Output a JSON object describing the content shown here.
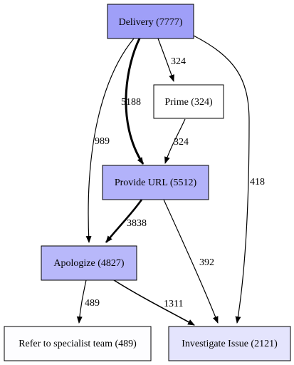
{
  "nodes": {
    "delivery": {
      "label": "Delivery (7777)",
      "fill": "#9f9ff8"
    },
    "prime": {
      "label": "Prime (324)",
      "fill": "#ffffff"
    },
    "provide_url": {
      "label": "Provide URL (5512)",
      "fill": "#b2b2fa"
    },
    "apologize": {
      "label": "Apologize (4827)",
      "fill": "#b8b8fa"
    },
    "refer": {
      "label": "Refer to specialist team (489)",
      "fill": "#fdfdff"
    },
    "investigate": {
      "label": "Investigate Issue (2121)",
      "fill": "#e4e4fd"
    }
  },
  "edges": {
    "delivery_prime": {
      "label": "324"
    },
    "delivery_provide_url": {
      "label": "5188"
    },
    "delivery_apologize": {
      "label": "989"
    },
    "delivery_investigate": {
      "label": "418"
    },
    "prime_provide_url": {
      "label": "324"
    },
    "provide_url_apologize": {
      "label": "3838"
    },
    "provide_url_investigate": {
      "label": "392"
    },
    "apologize_refer": {
      "label": "489"
    },
    "apologize_investigate": {
      "label": "1311"
    }
  }
}
